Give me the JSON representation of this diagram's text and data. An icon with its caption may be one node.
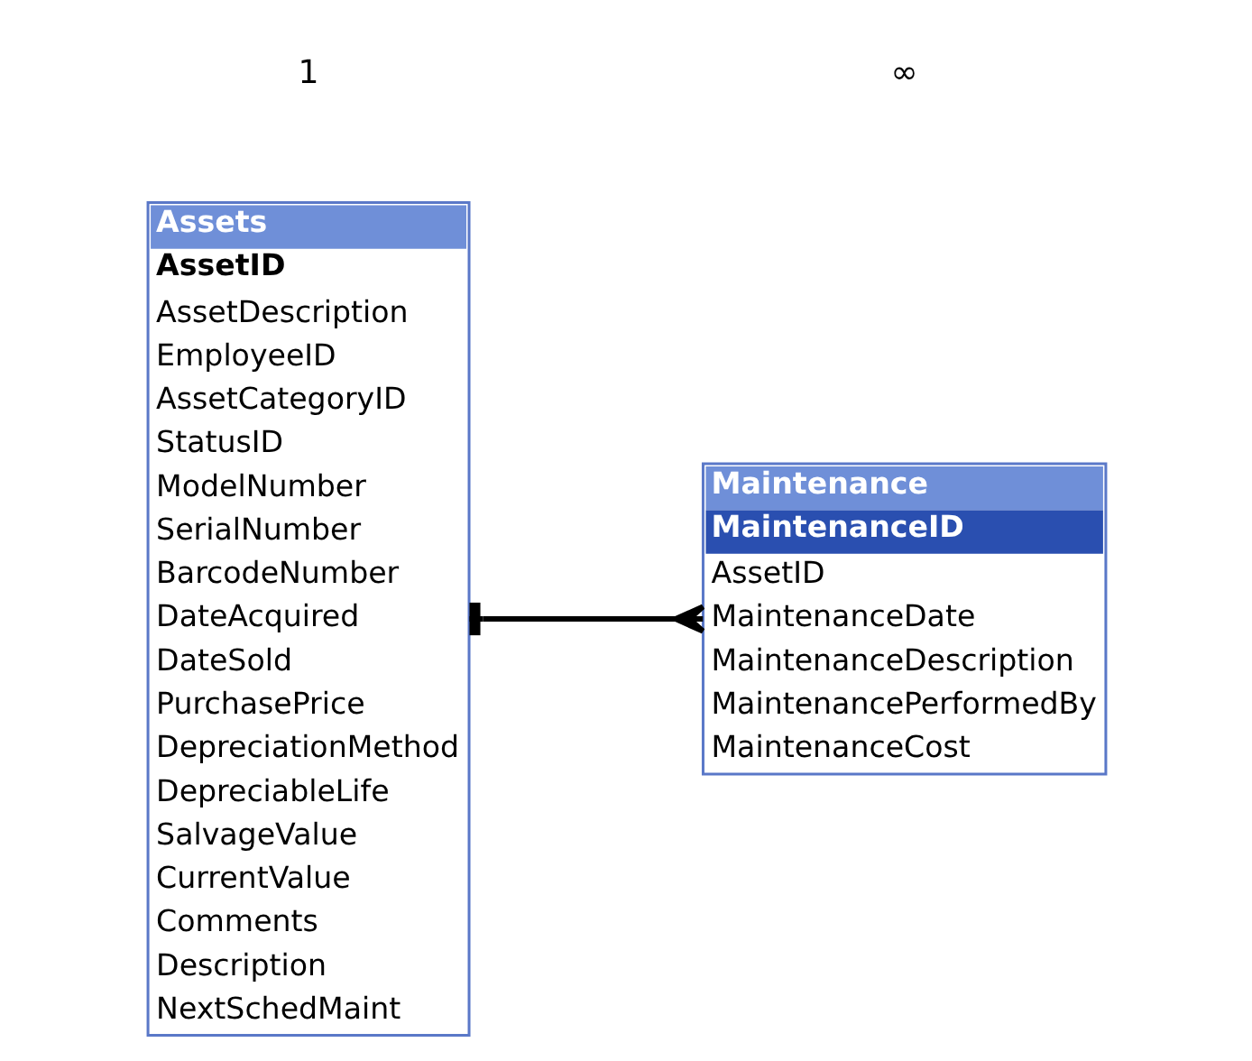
{
  "diagram": {
    "nodes": [
      {
        "text": [
          "Assets",
          "AssetID",
          "AssetDescription",
          "EmployeeID",
          "AssetCategoryID",
          "StatusID",
          "ModelNumber",
          "SerialNumber",
          "BarcodeNumber",
          "DateAcquired",
          "DateSold",
          "PurchasePrice",
          "DepreciationMethod",
          "DepreciableLife",
          "SalvageValue",
          "CurrentValue",
          "Comments",
          "Description",
          "NextSchedMaint"
        ]
      },
      {
        "text": [
          "Maintenance",
          "MaintenanceID",
          "AssetID",
          "MaintenanceDate",
          "MaintenanceDescription",
          "MaintenancePerformedBy",
          "MaintenanceCost"
        ]
      }
    ],
    "edges": [
      {
        "from": 0,
        "to": 1,
        "arrow": "other"
      }
    ],
    "labels": [
      "1",
      "∞"
    ]
  }
}
